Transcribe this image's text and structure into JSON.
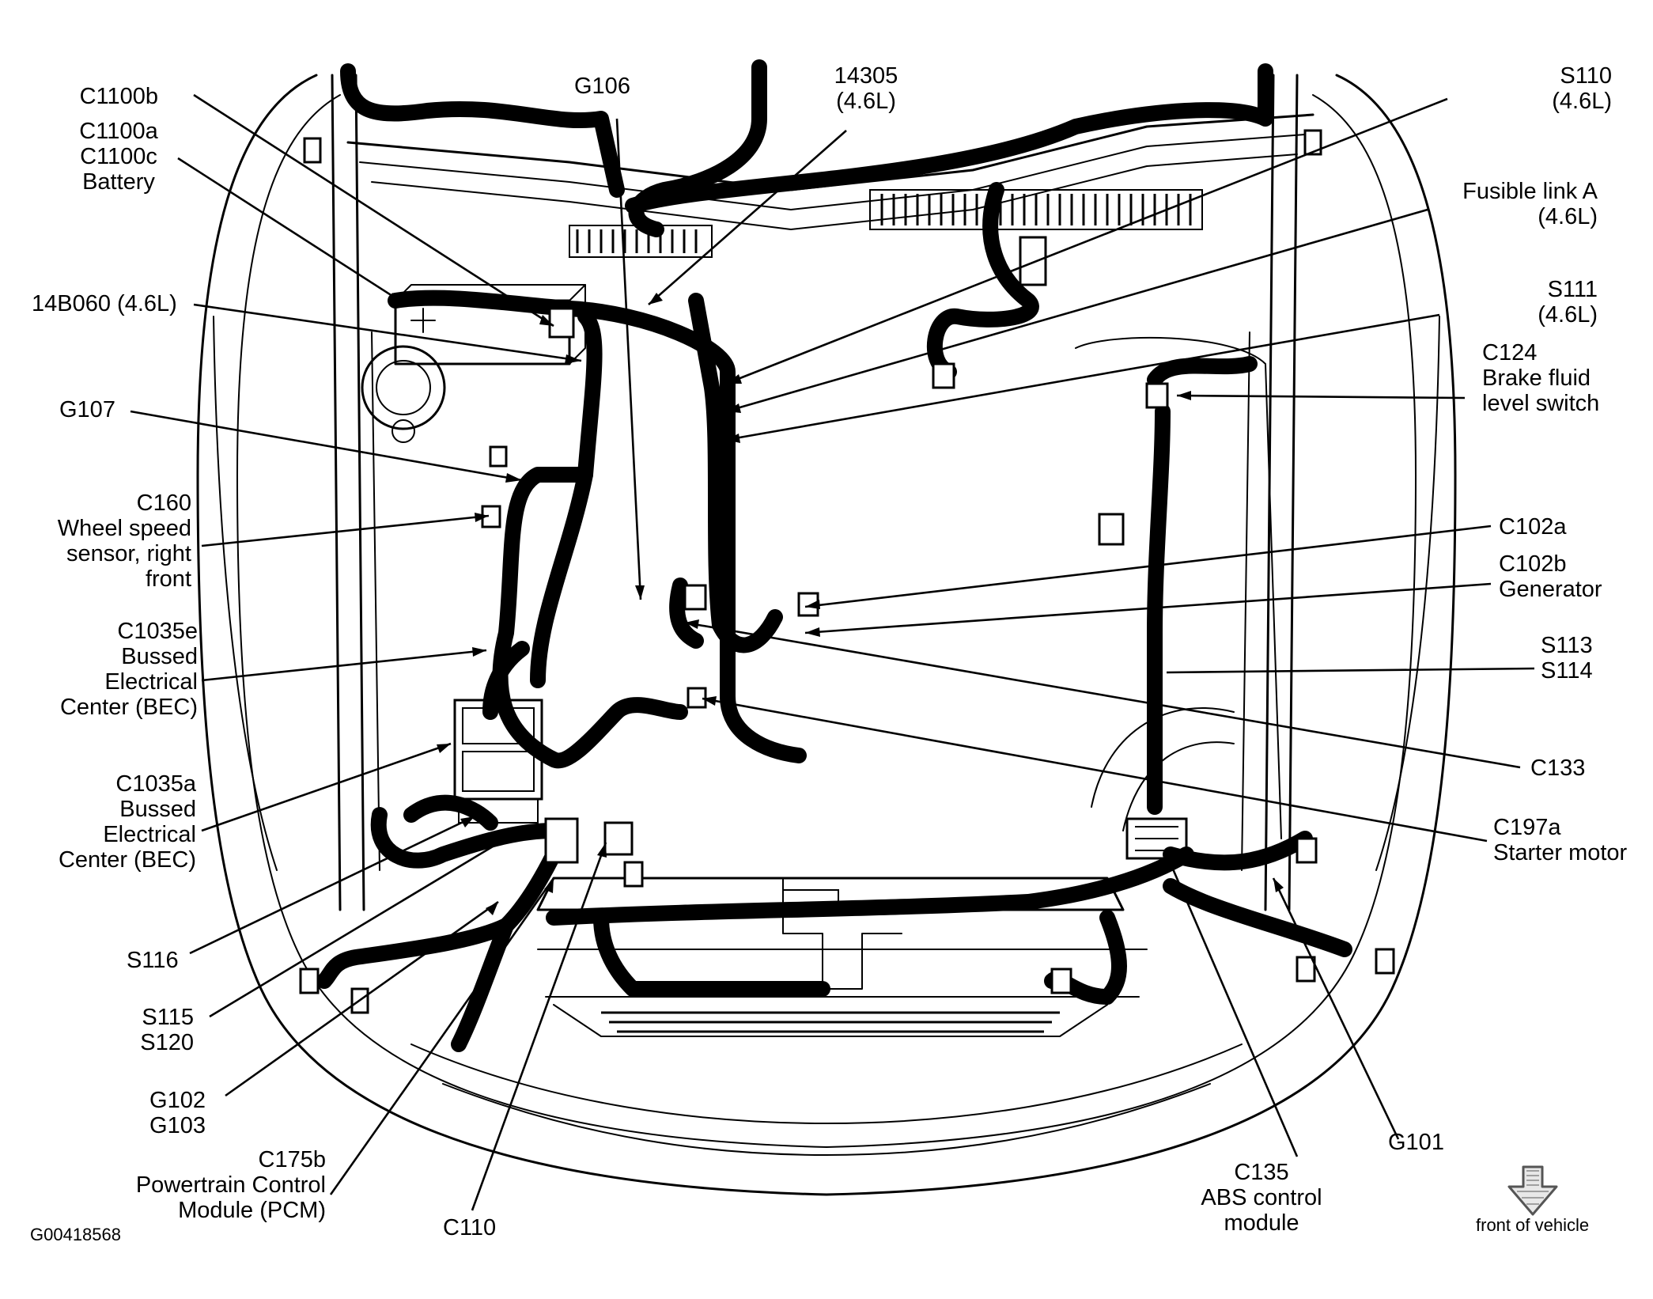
{
  "labels": {
    "c1100b": [
      "C1100b"
    ],
    "c1100ac_battery": [
      "C1100a",
      "C1100c",
      "Battery"
    ],
    "b14b060": [
      "14B060 (4.6L)"
    ],
    "g107": [
      "G107"
    ],
    "c160": [
      "C160",
      "Wheel speed",
      "sensor, right",
      "front"
    ],
    "c1035e": [
      "C1035e",
      "Bussed",
      "Electrical",
      "Center (BEC)"
    ],
    "c1035a": [
      "C1035a",
      "Bussed",
      "Electrical",
      "Center (BEC)"
    ],
    "s116": [
      "S116"
    ],
    "s115_s120": [
      "S115",
      "S120"
    ],
    "g102_g103": [
      "G102",
      "G103"
    ],
    "c175b": [
      "C175b",
      "Powertrain Control",
      "Module (PCM)"
    ],
    "c110": [
      "C110"
    ],
    "g106": [
      "G106"
    ],
    "n14305": [
      "14305",
      "(4.6L)"
    ],
    "s110": [
      "S110",
      "(4.6L)"
    ],
    "fusible_link_a": [
      "Fusible link A",
      "(4.6L)"
    ],
    "s111": [
      "S111",
      "(4.6L)"
    ],
    "c124": [
      "C124",
      "Brake fluid",
      "level switch"
    ],
    "c102a": [
      "C102a"
    ],
    "c102b": [
      "C102b",
      "Generator"
    ],
    "s113_s114": [
      "S113",
      "S114"
    ],
    "c133": [
      "C133"
    ],
    "c197a": [
      "C197a",
      "Starter motor"
    ],
    "g101": [
      "G101"
    ],
    "c135": [
      "C135",
      "ABS control",
      "module"
    ]
  },
  "figure_id": "G00418568",
  "direction_note": "front of vehicle",
  "icons": {
    "direction_arrow": "arrow-down-icon"
  }
}
